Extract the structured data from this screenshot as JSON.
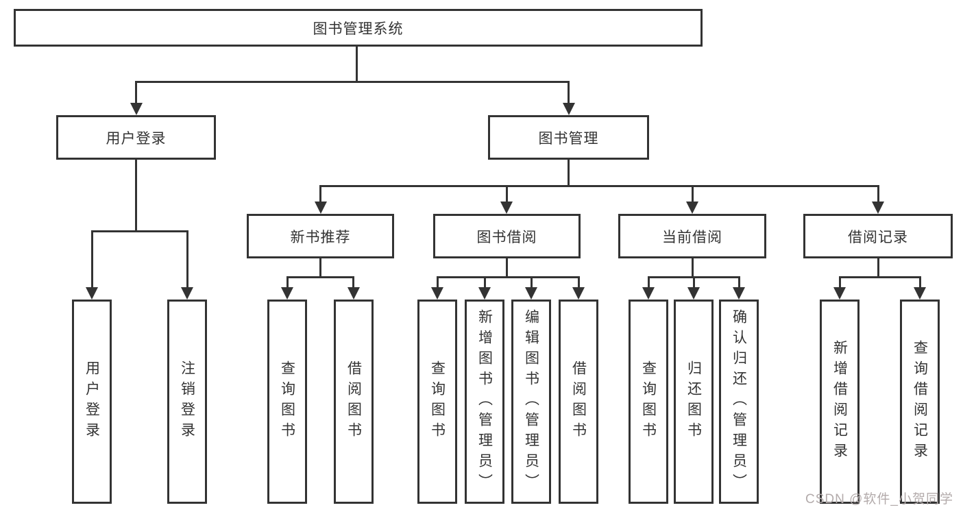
{
  "nodes": {
    "root": "图书管理系统",
    "user_login": "用户登录",
    "book_mgmt": "图书管理",
    "new_book_rec": "新书推荐",
    "book_borrow": "图书借阅",
    "current_borrow": "当前借阅",
    "borrow_records": "借阅记录"
  },
  "leaves": {
    "user_login": [
      "用户登录",
      "注销登录"
    ],
    "new_book_rec": [
      "查询图书",
      "借阅图书"
    ],
    "book_borrow": [
      "查询图书",
      "新增图书（管理员）",
      "编辑图书（管理员）",
      "借阅图书"
    ],
    "current_borrow": [
      "查询图书",
      "归还图书",
      "确认归还（管理员）"
    ],
    "borrow_records": [
      "新增借阅记录",
      "查询借阅记录"
    ]
  },
  "watermark": "CSDN @软件_小贺同学",
  "colors": {
    "line": "#333333",
    "text": "#333333",
    "watermark": "#b3abab"
  }
}
